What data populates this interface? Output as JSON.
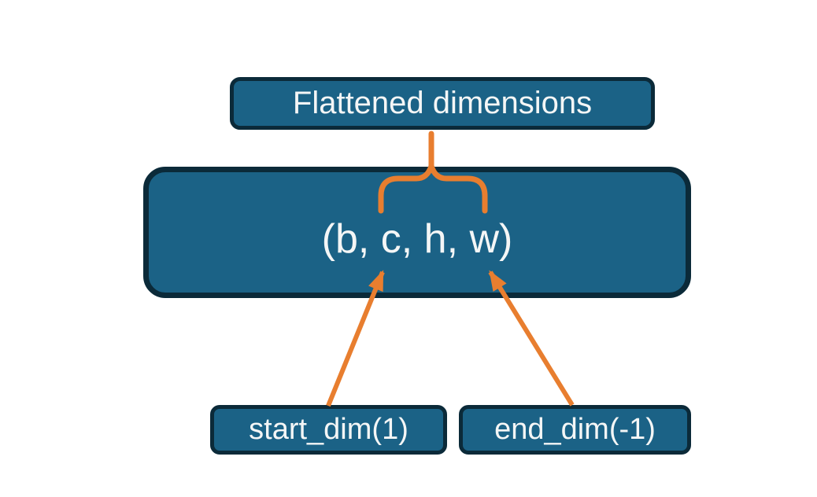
{
  "diagram": {
    "top_label": "Flattened dimensions",
    "tensor_shape_label": "(b, c, h, w)",
    "start_dim_label": "start_dim(1)",
    "end_dim_label": "end_dim(-1)",
    "colors": {
      "box_fill": "#1b6286",
      "box_border": "#0b2a39",
      "connector_orange": "#e87e2f",
      "label_text": "#f4f6f6",
      "background": "#ffffff"
    }
  }
}
